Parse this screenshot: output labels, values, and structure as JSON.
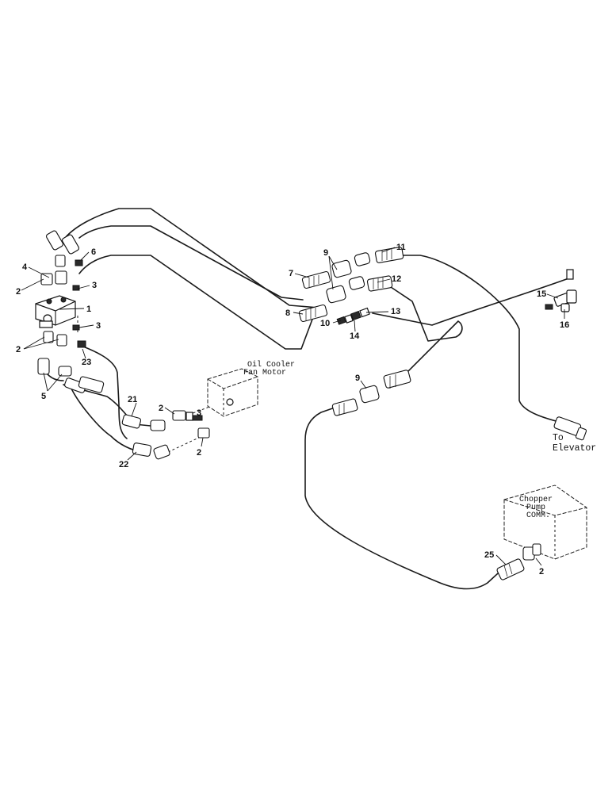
{
  "callouts": {
    "c1": "1",
    "c2a": "2",
    "c2b": "2",
    "c2c": "2",
    "c2d": "2",
    "c2e": "2",
    "c3a": "3",
    "c3b": "3",
    "c3c": "3",
    "c4": "4",
    "c5": "5",
    "c6": "6",
    "c7": "7",
    "c8": "8",
    "c9a": "9",
    "c9b": "9",
    "c10": "10",
    "c11": "11",
    "c12": "12",
    "c13": "13",
    "c14": "14",
    "c15": "15",
    "c16": "16",
    "c21": "21",
    "c22": "22",
    "c23": "23",
    "c25": "25"
  },
  "labels": {
    "oil_cooler_line1": "Oil Cooler",
    "oil_cooler_line2": "Fan Motor",
    "elevator_line1": "To",
    "elevator_line2": "Elevator",
    "chopper_line1": "Chopper",
    "chopper_line2": "Pump",
    "chopper_line3": "COMM."
  }
}
